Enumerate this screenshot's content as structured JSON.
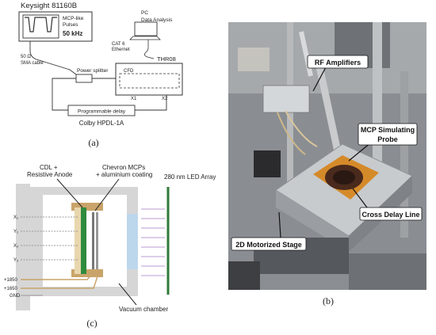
{
  "panel_a": {
    "generator": "Keysight 81160B",
    "pulse_label_1": "MCP-like",
    "pulse_label_2": "Pulses",
    "frequency": "50 kHz",
    "cable_1": "50 Ω",
    "cable_2": "SMA cable",
    "power_splitter": "Power splitter",
    "pc_1": "PC",
    "pc_2": "Data Analysis",
    "ethernet_1": "CAT 6",
    "ethernet_2": "Ethernet",
    "digitizer": "THR08",
    "cfd": "CFD",
    "x1": "X1",
    "x2": "X2",
    "delay_box": "Programmable delay",
    "delay_model": "Colby HPDL-1A",
    "caption": "(a)"
  },
  "panel_b": {
    "rf_amplifiers": "RF Amplifiers",
    "mcp_probe_1": "MCP Simulating",
    "mcp_probe_2": "Probe",
    "cross_delay_line": "Cross Delay Line",
    "motorized_stage": "2D Motorized Stage",
    "caption": "(b)"
  },
  "panel_c": {
    "cdl_1": "CDL +",
    "cdl_2": "Resistive Anode",
    "mcp_1": "Chevron MCPs",
    "mcp_2": "+ aluminium coating",
    "led": "280 nm LED Array",
    "vacuum": "Vacuum chamber",
    "pin_x1": "X₁",
    "pin_y1": "Y₁",
    "pin_x2": "X₂",
    "pin_y2": "Y₂",
    "hv1": "+1850",
    "hv2": "+1650",
    "gnd": "GND",
    "caption": "(c)"
  },
  "colors": {
    "line": "#333333",
    "chamber_gray": "#d6d6d6",
    "anode_green": "#2e8b3e",
    "tan": "#c9a46a",
    "window_blue": "#bcd7ec",
    "led_green": "#2f7a38",
    "arrow_purple": "#a07ac8"
  }
}
